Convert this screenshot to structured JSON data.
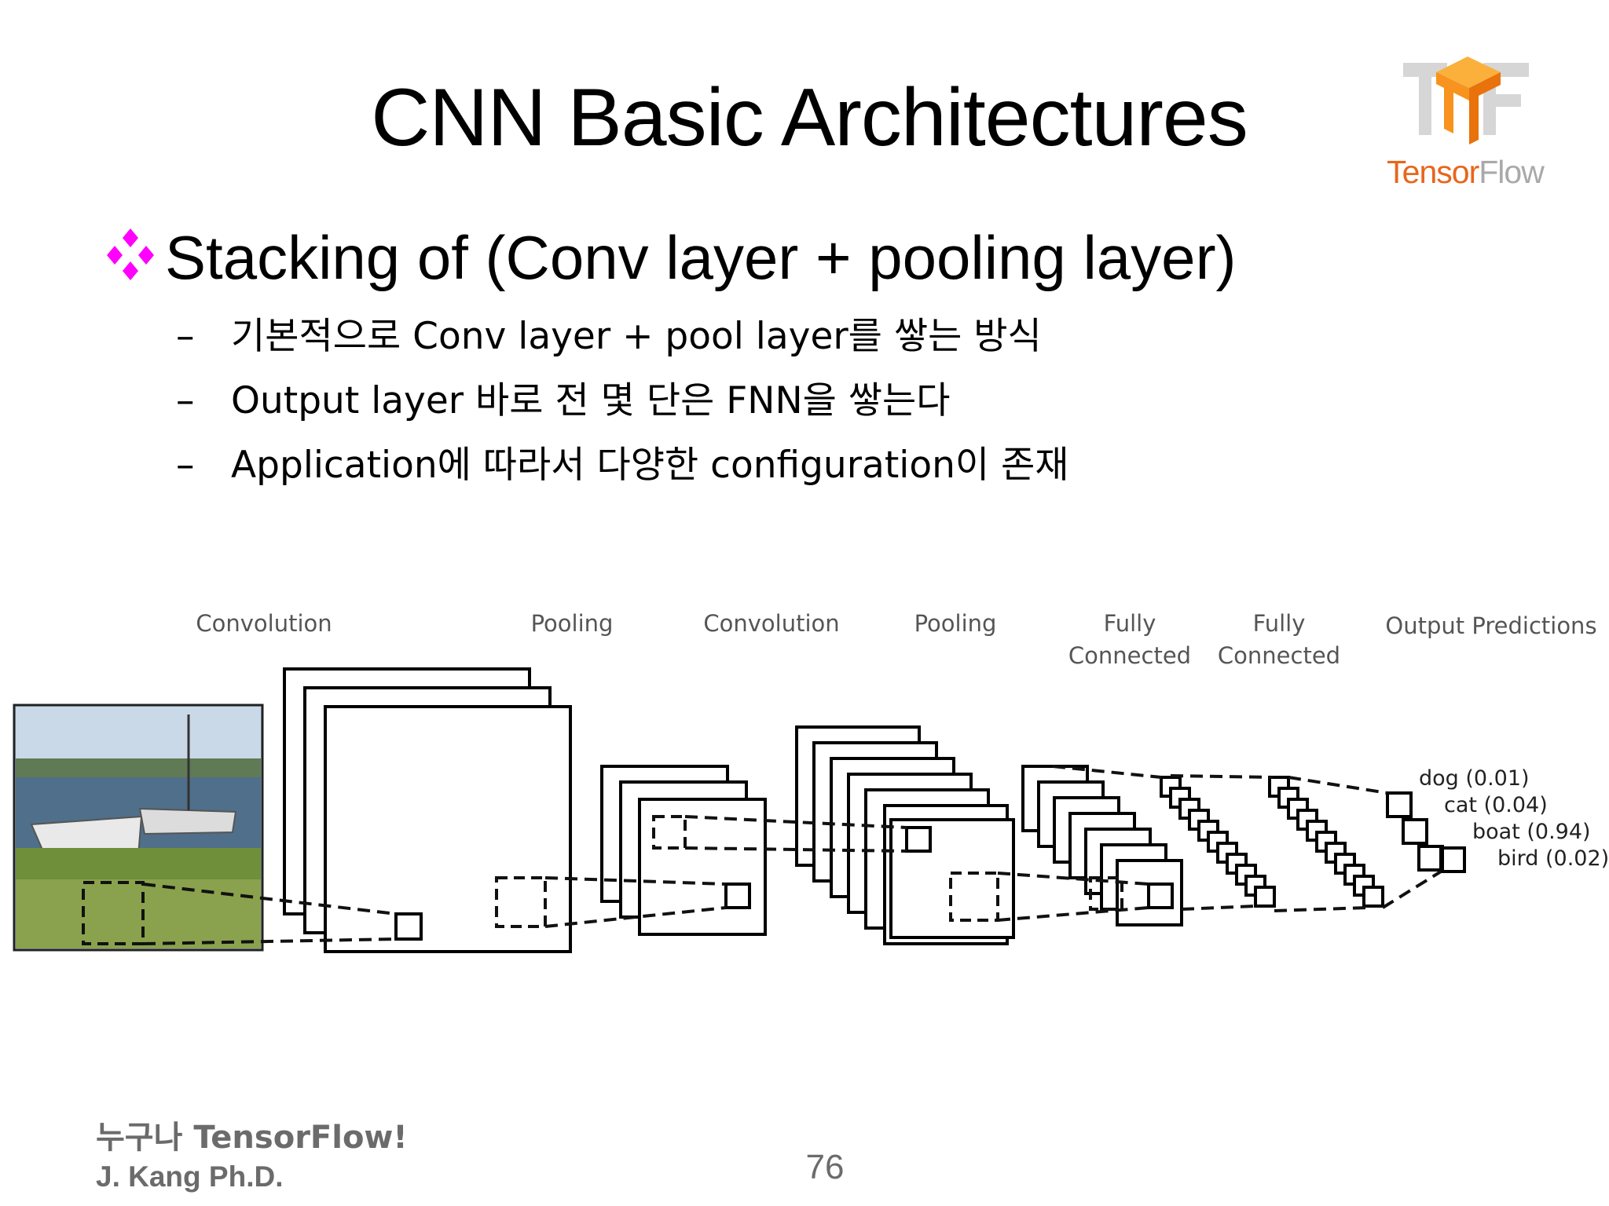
{
  "slide": {
    "title": "CNN Basic Architectures",
    "logo_text_part1": "Tensor",
    "logo_text_part2": "Flow",
    "main_bullet": "Stacking of (Conv layer + pooling layer)",
    "sub_bullets": [
      "기본적으로 Conv layer + pool layer를 쌓는 방식",
      "Output layer 바로 전 몇 단은 FNN을 쌓는다",
      "Application에 따라서 다양한 configuration이 존재"
    ],
    "dash": "–",
    "footer_label": "누구나 TensorFlow!",
    "footer_author": "J. Kang Ph.D.",
    "page_number": "76",
    "bullet_icon": "diamond-cluster-icon",
    "bullet_color": "#ff00ff"
  },
  "diagram": {
    "stage_labels": [
      "Convolution",
      "Pooling",
      "Convolution",
      "Pooling"
    ],
    "fc_labels": [
      {
        "line1": "Fully",
        "line2": "Connected"
      },
      {
        "line1": "Fully",
        "line2": "Connected"
      }
    ],
    "output_label": "Output Predictions",
    "predictions": [
      "dog (0.01)",
      "cat (0.04)",
      "boat (0.94)",
      "bird (0.02)"
    ],
    "input_image": "boats-by-lake-photo"
  }
}
